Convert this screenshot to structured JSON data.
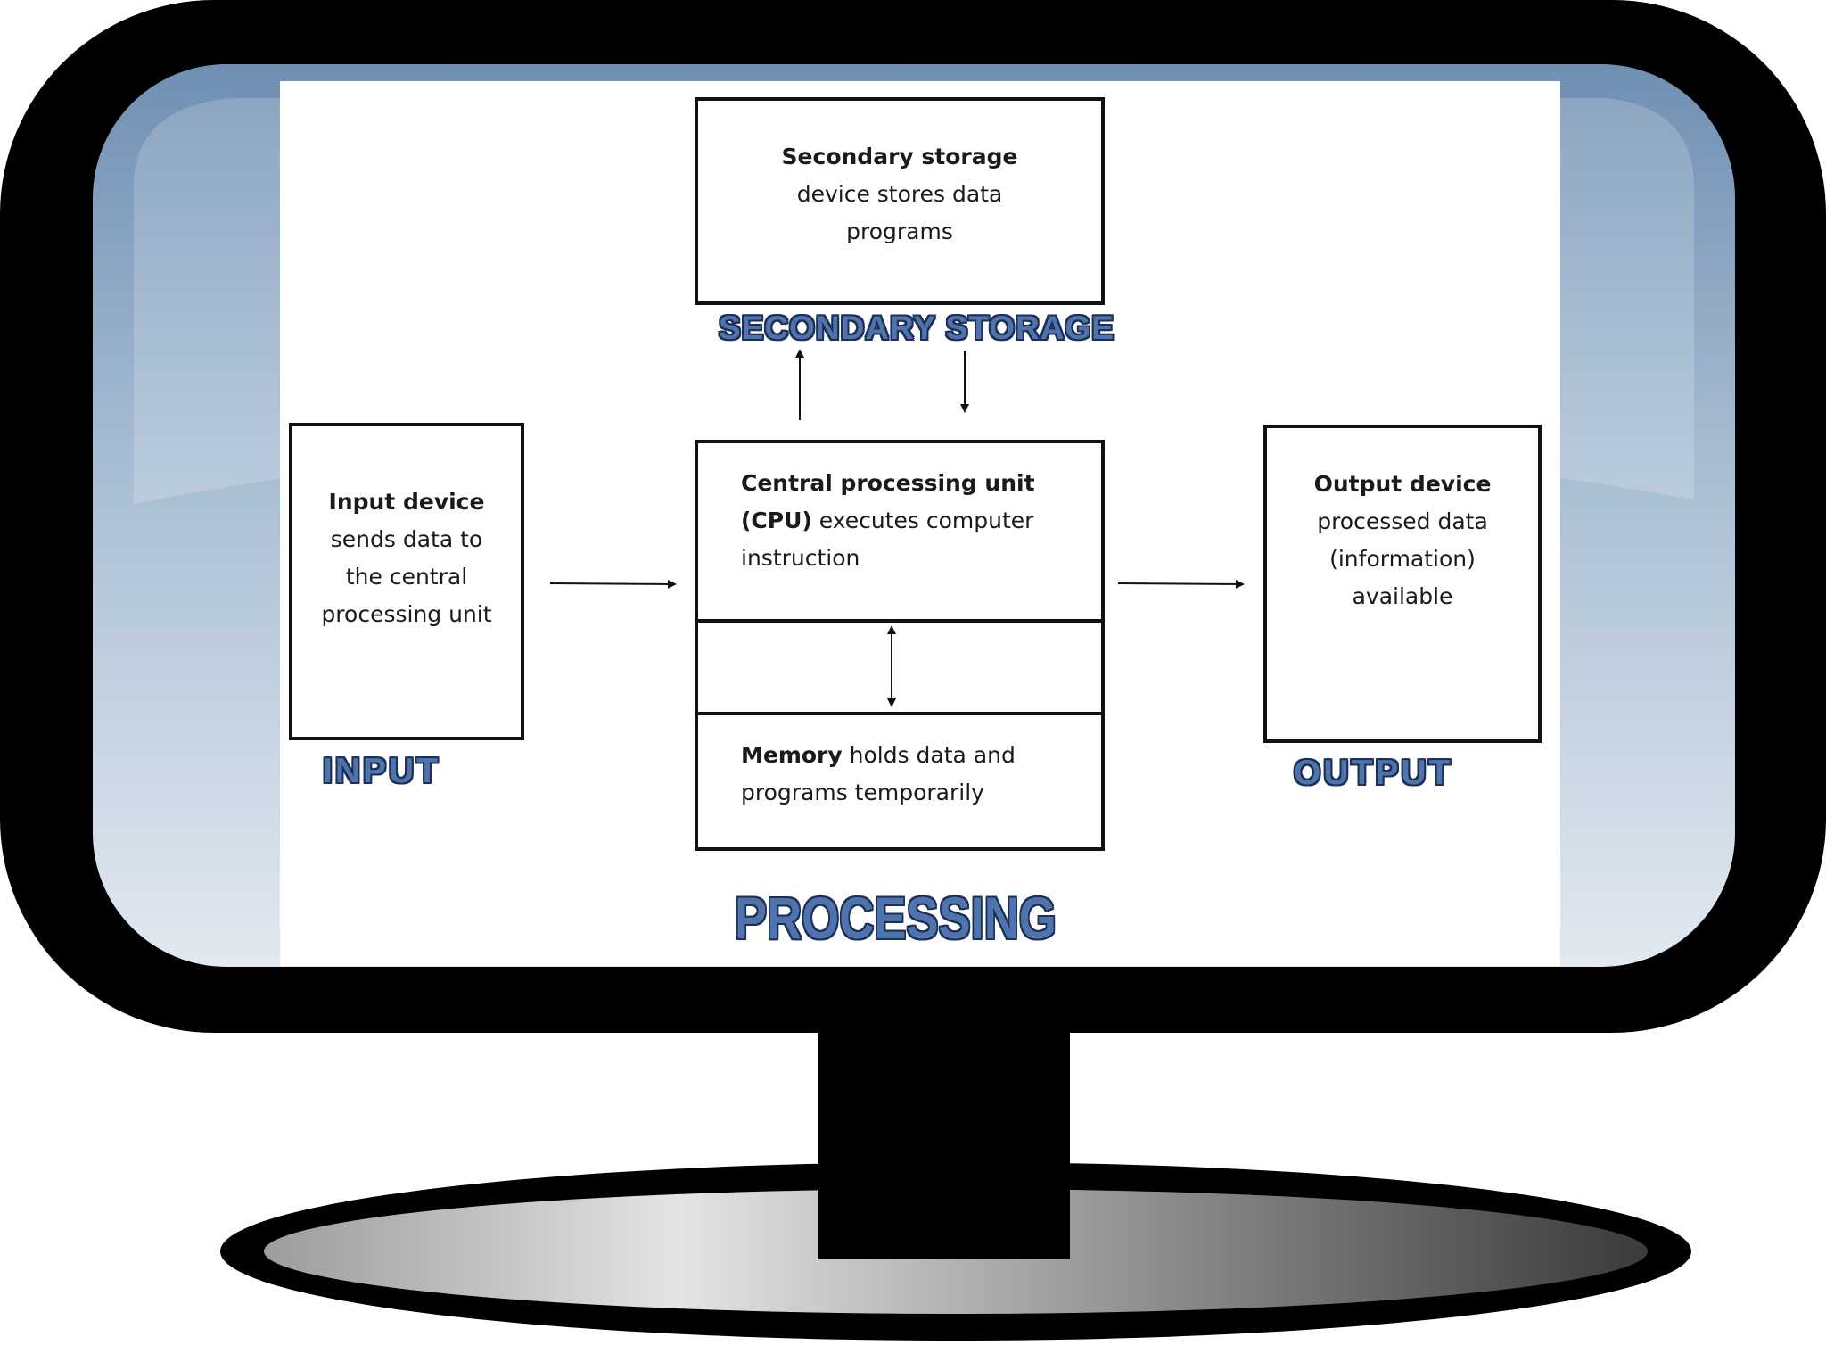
{
  "labels": {
    "secondary_storage": "SECONDARY STORAGE",
    "input": "INPUT",
    "output": "OUTPUT",
    "processing": "PROCESSING"
  },
  "boxes": {
    "secondary_storage": {
      "title": "Secondary storage",
      "line1": "device stores data",
      "line2": "programs"
    },
    "input": {
      "title": "Input device",
      "line1": "sends data to",
      "line2": "the central",
      "line3": "processing unit"
    },
    "cpu": {
      "title": "Central processing unit",
      "title2": "(CPU)",
      "line1": " executes computer",
      "line2": "instruction"
    },
    "memory": {
      "title": "Memory",
      "line1": " holds data and",
      "line2": "programs temporarily"
    },
    "output": {
      "title": "Output device",
      "line1": "processed data",
      "line2": "(information)",
      "line3": "available"
    }
  },
  "colors": {
    "bezel": "#000000",
    "screen_top": "#7394b7",
    "screen_bottom": "#dfe7ef",
    "label_fill": "#4f74ad",
    "label_outline": "#1c2f55"
  }
}
